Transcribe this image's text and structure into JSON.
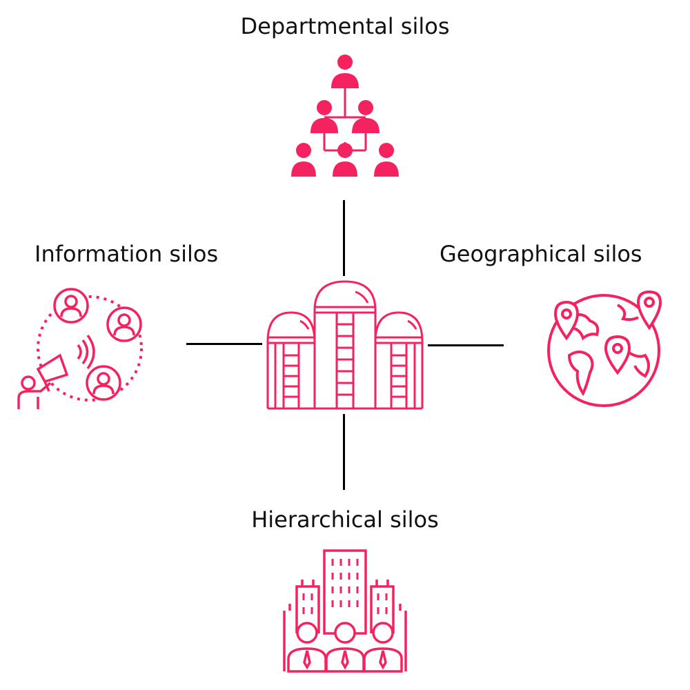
{
  "accent_color": "#f4225f",
  "line_color": "#000000",
  "title": "",
  "center": {
    "icon": "silo-building-icon"
  },
  "nodes": [
    {
      "position": "top",
      "label": "Departmental silos",
      "icon": "org-chart-icon"
    },
    {
      "position": "left",
      "label": "Information silos",
      "icon": "megaphone-network-icon"
    },
    {
      "position": "right",
      "label": "Geographical silos",
      "icon": "globe-pins-icon"
    },
    {
      "position": "bottom",
      "label": "Hierarchical silos",
      "icon": "office-buildings-people-icon"
    }
  ]
}
